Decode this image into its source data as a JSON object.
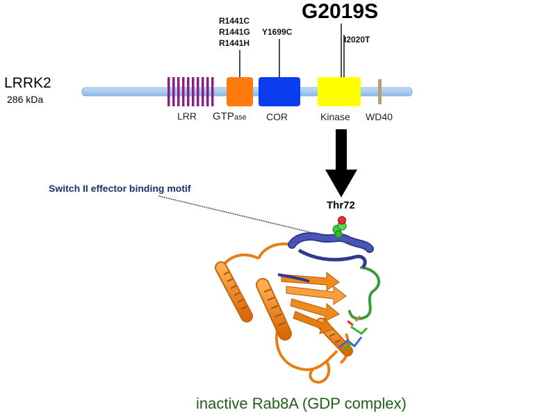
{
  "protein": {
    "name": "LRRK2",
    "mass": "286 kDa"
  },
  "domains": [
    {
      "key": "lrr",
      "label": "LRR",
      "color": "#8a1f86"
    },
    {
      "key": "gtpase",
      "label": "GTP",
      "label_sub": "ase",
      "color": "#ff7a0d"
    },
    {
      "key": "cor",
      "label": "COR",
      "color": "#0a3cf0"
    },
    {
      "key": "kinase",
      "label": "Kinase",
      "color": "#ffff00"
    },
    {
      "key": "wd40",
      "label": "WD40",
      "color": "#b4a070"
    }
  ],
  "backbone_color": "#9fc8f0",
  "mutations": {
    "gtpase": [
      "R1441C",
      "R1441G",
      "R1441H"
    ],
    "cor": "Y1699C",
    "kinase_main": "G2019S",
    "kinase_second": "I2020T"
  },
  "annotation": {
    "motif": "Switch II effector binding motif",
    "site": "Thr72",
    "structure_caption": "inactive Rab8A (GDP complex)"
  },
  "colors": {
    "structure_main": "#f08a1c",
    "switch_region": "#2f3a8f",
    "loop": "#3a9a3a",
    "motif_text": "#1d2f6b",
    "caption_text": "#1f5f16"
  }
}
